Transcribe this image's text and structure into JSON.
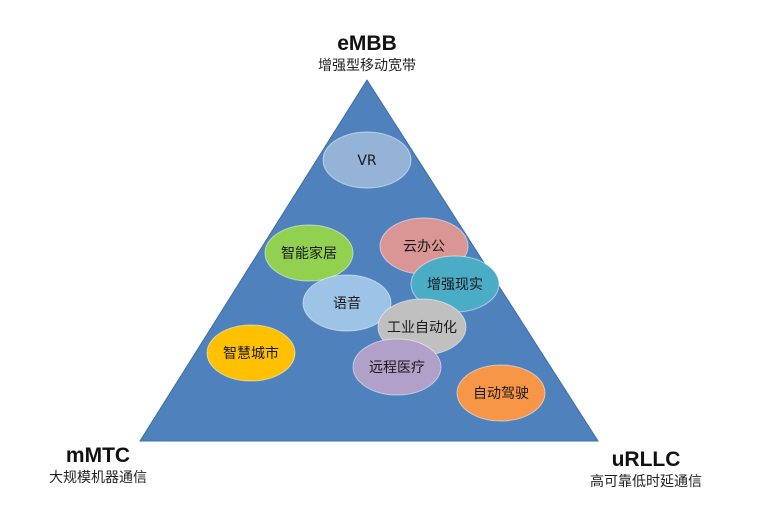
{
  "corners": {
    "top": {
      "title": "eMBB",
      "subtitle": "增强型移动宽带"
    },
    "left": {
      "title": "mMTC",
      "subtitle": "大规模机器通信"
    },
    "right": {
      "title": "uRLLC",
      "subtitle": "高可靠低时延通信"
    }
  },
  "triangle_color": "#4f81bd",
  "applications": [
    {
      "label": "VR",
      "color": "#95b3d7"
    },
    {
      "label": "智能家居",
      "color": "#92d050"
    },
    {
      "label": "云办公",
      "color": "#da9694"
    },
    {
      "label": "语音",
      "color": "#9dc3e6"
    },
    {
      "label": "增强现实",
      "color": "#4bacc6"
    },
    {
      "label": "工业自动化",
      "color": "#c0c0c0"
    },
    {
      "label": "智慧城市",
      "color": "#ffc000"
    },
    {
      "label": "远程医疗",
      "color": "#b1a0c7"
    },
    {
      "label": "自动驾驶",
      "color": "#f79646"
    }
  ]
}
